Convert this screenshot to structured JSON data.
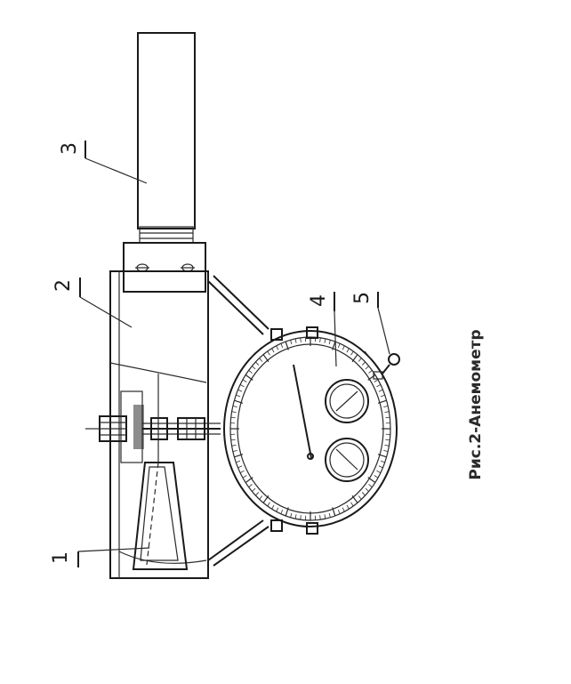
{
  "diagram": {
    "caption": "Рис.2-Анемометр",
    "callouts": [
      {
        "id": "1",
        "text": "1"
      },
      {
        "id": "2",
        "text": "2"
      },
      {
        "id": "3",
        "text": "3"
      },
      {
        "id": "4",
        "text": "4"
      },
      {
        "id": "5",
        "text": "5"
      }
    ]
  },
  "colors": {
    "ink": "#1a1a1a",
    "paper": "#ffffff"
  }
}
